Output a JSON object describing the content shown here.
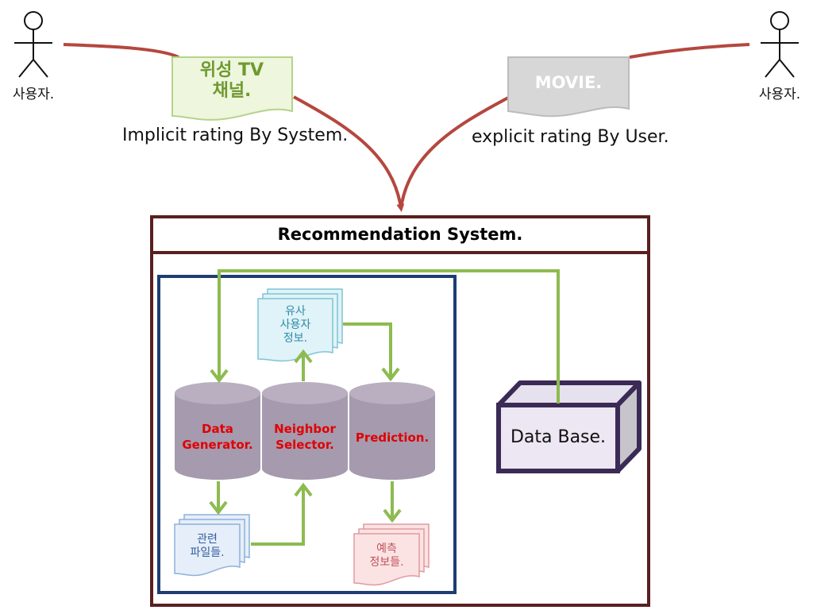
{
  "actors": {
    "left_label": "사용자.",
    "right_label": "사용자."
  },
  "sources": {
    "satellite_tv": {
      "line1": "위성 TV",
      "line2": "채널."
    },
    "movie": "MOVIE."
  },
  "captions": {
    "implicit": "Implicit rating By System.",
    "explicit": "explicit rating By User."
  },
  "system": {
    "title": "Recommendation System."
  },
  "cylinders": [
    {
      "line1": "Data",
      "line2": "Generator."
    },
    {
      "line1": "Neighbor",
      "line2": "Selector."
    },
    {
      "line1": "Prediction.",
      "line2": ""
    }
  ],
  "documents": {
    "similar_users": {
      "line1": "유사",
      "line2": "사용자",
      "line3": "정보."
    },
    "related_files": {
      "line1": "관련",
      "line2": "파일들."
    },
    "prediction_info": {
      "line1": "예측",
      "line2": "정보들."
    }
  },
  "database": {
    "label": "Data Base."
  },
  "colors": {
    "curve": "#b5473f",
    "green_arrow": "#8dbb50",
    "system_border": "#5a1f1f",
    "inner_border": "#1f3d73",
    "cylinder": "#a59aae",
    "db_border": "#3b2a55",
    "db_face": "#ece7f2",
    "db_side": "#c8c4cc",
    "cyl_text": "#e00000"
  }
}
